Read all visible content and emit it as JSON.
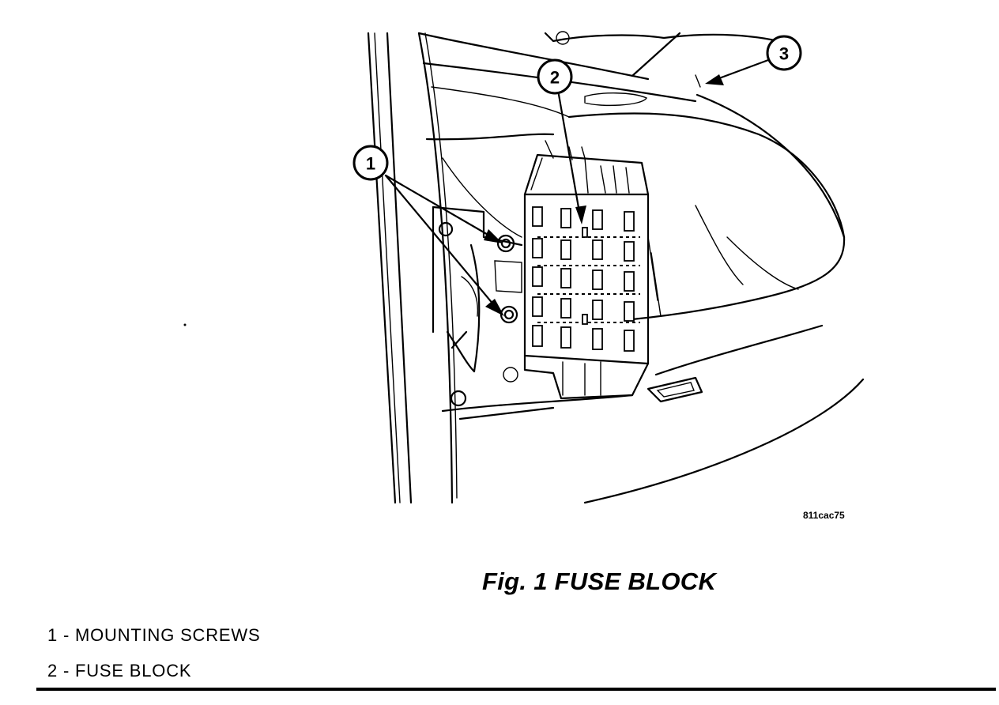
{
  "figure": {
    "caption": "Fig.  1 FUSE BLOCK",
    "image_code": "811cac75",
    "callouts": [
      {
        "number": "1"
      },
      {
        "number": "2"
      },
      {
        "number": "3"
      }
    ]
  },
  "legend": [
    {
      "text": "1 - MOUNTING SCREWS"
    },
    {
      "text": "2 - FUSE BLOCK"
    }
  ]
}
